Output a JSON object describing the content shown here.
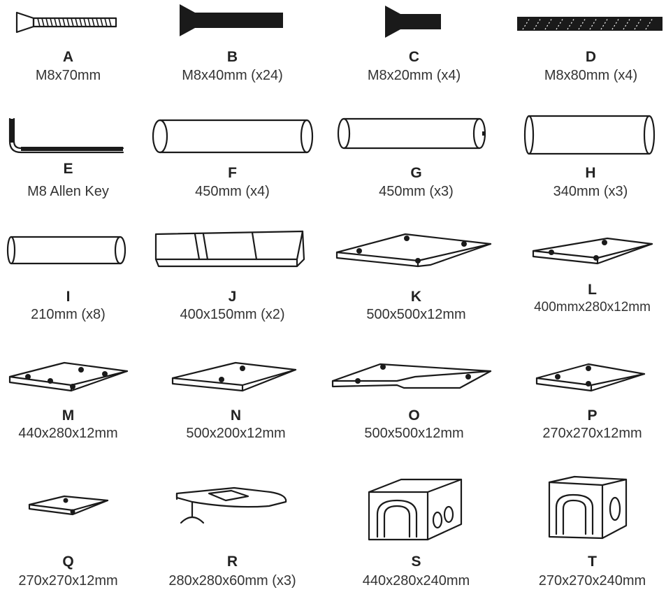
{
  "parts": [
    {
      "letter": "A",
      "desc": "M8x70mm"
    },
    {
      "letter": "B",
      "desc": "M8x40mm (x24)"
    },
    {
      "letter": "C",
      "desc": "M8x20mm (x4)"
    },
    {
      "letter": "D",
      "desc": "M8x80mm (x4)"
    },
    {
      "letter": "E",
      "desc": "M8 Allen Key"
    },
    {
      "letter": "F",
      "desc": "450mm (x4)"
    },
    {
      "letter": "G",
      "desc": "450mm (x3)"
    },
    {
      "letter": "H",
      "desc": "340mm (x3)"
    },
    {
      "letter": "I",
      "desc": "210mm (x8)"
    },
    {
      "letter": "J",
      "desc": "400x150mm (x2)"
    },
    {
      "letter": "K",
      "desc": "500x500x12mm"
    },
    {
      "letter": "L",
      "desc": "400mmx280x12mm"
    },
    {
      "letter": "M",
      "desc": "440x280x12mm"
    },
    {
      "letter": "N",
      "desc": "500x200x12mm"
    },
    {
      "letter": "O",
      "desc": "500x500x12mm"
    },
    {
      "letter": "P",
      "desc": "270x270x12mm"
    },
    {
      "letter": "Q",
      "desc": "270x270x12mm"
    },
    {
      "letter": "R",
      "desc": "280x280x60mm (x3)"
    },
    {
      "letter": "S",
      "desc": "440x280x240mm"
    },
    {
      "letter": "T",
      "desc": "270x270x240mm"
    }
  ],
  "colors": {
    "ink": "#1a1a1a",
    "text": "#333333",
    "background": "#ffffff"
  }
}
